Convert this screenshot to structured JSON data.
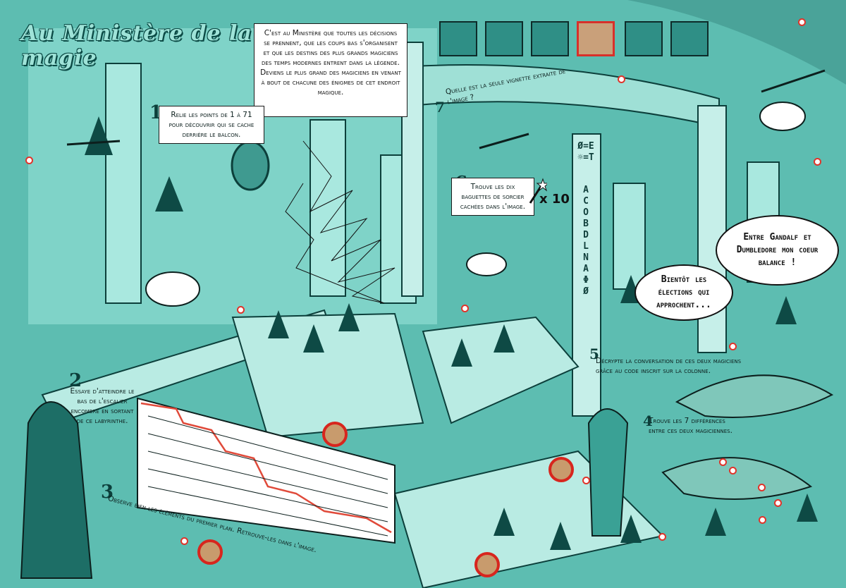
{
  "title": "Au Ministère de la magie",
  "intro": "C'est au Ministère que toutes les décisions se prennent, que les coups bas s'organisent et que les destins des plus grands magiciens des temps modernes entrent dans la légende. Deviens le plus grand des magiciens en venant à bout de chacune des énigmes de cet endroit magique.",
  "puzzles": {
    "p1": {
      "num": "1",
      "text": "Relie les points de 1 à 71 pour découvrir qui se cache derrière le balcon."
    },
    "p2": {
      "num": "2",
      "text": "Essaye d'atteindre le bas de l'escalier encombré en sortant de ce labyrinthe."
    },
    "p3": {
      "num": "3",
      "text": "Observe bien les éléments du premier plan. Retrouve-les dans l'image."
    },
    "p4": {
      "num": "4",
      "text": "Trouve les 7 différences entre ces deux magiciennes."
    },
    "p5": {
      "num": "5",
      "text": "Décrypte la conversation de ces deux magiciens grâce au code inscrit sur la colonne."
    },
    "p6": {
      "num": "6",
      "text": "Trouve les dix baguettes de sorcier cachées dans l'image.",
      "count": "x 10"
    },
    "p7": {
      "num": "7",
      "text": "Quelle est la seule vignette extraite de l'image ?"
    }
  },
  "bubbles": {
    "left": "Bientôt les élections qui approchent...",
    "right": "Entre Gandalf et Dumbledore mon coeur balance !"
  },
  "code_column": [
    "Ø=E",
    "☼=T",
    "A",
    "C",
    "O",
    "B",
    "D",
    "L",
    "N",
    "A",
    "Φ",
    "Ø"
  ],
  "colors": {
    "teal_light": "#6cc8bd",
    "teal_dark": "#0c3f3b",
    "answer_red": "#d7261e"
  }
}
